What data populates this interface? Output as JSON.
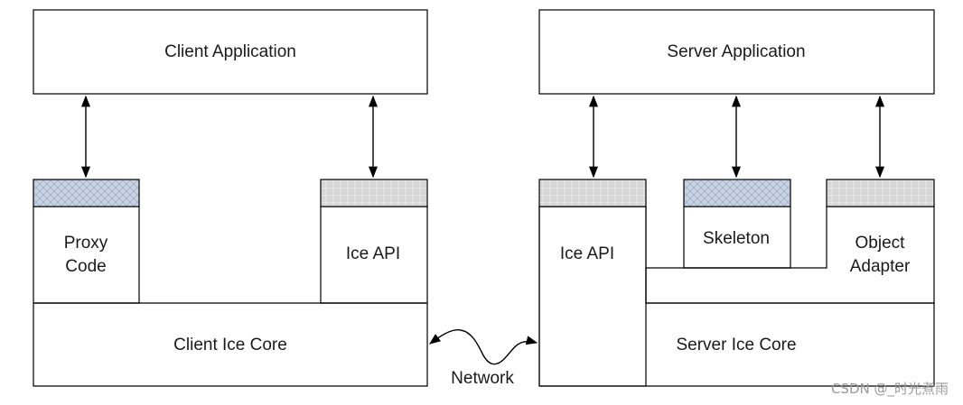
{
  "client": {
    "application": "Client Application",
    "proxy_line1": "Proxy",
    "proxy_line2": "Code",
    "ice_api": "Ice API",
    "ice_core": "Client Ice Core"
  },
  "server": {
    "application": "Server Application",
    "ice_api": "Ice API",
    "skeleton": "Skeleton",
    "adapter_line1": "Object",
    "adapter_line2": "Adapter",
    "ice_core": "Server Ice Core"
  },
  "network": "Network",
  "watermark": "CSDN @_时光煮雨",
  "colors": {
    "cross_fill": "#c9d3e6",
    "grid_fill": "#d6d6d6",
    "stroke": "#000000"
  }
}
